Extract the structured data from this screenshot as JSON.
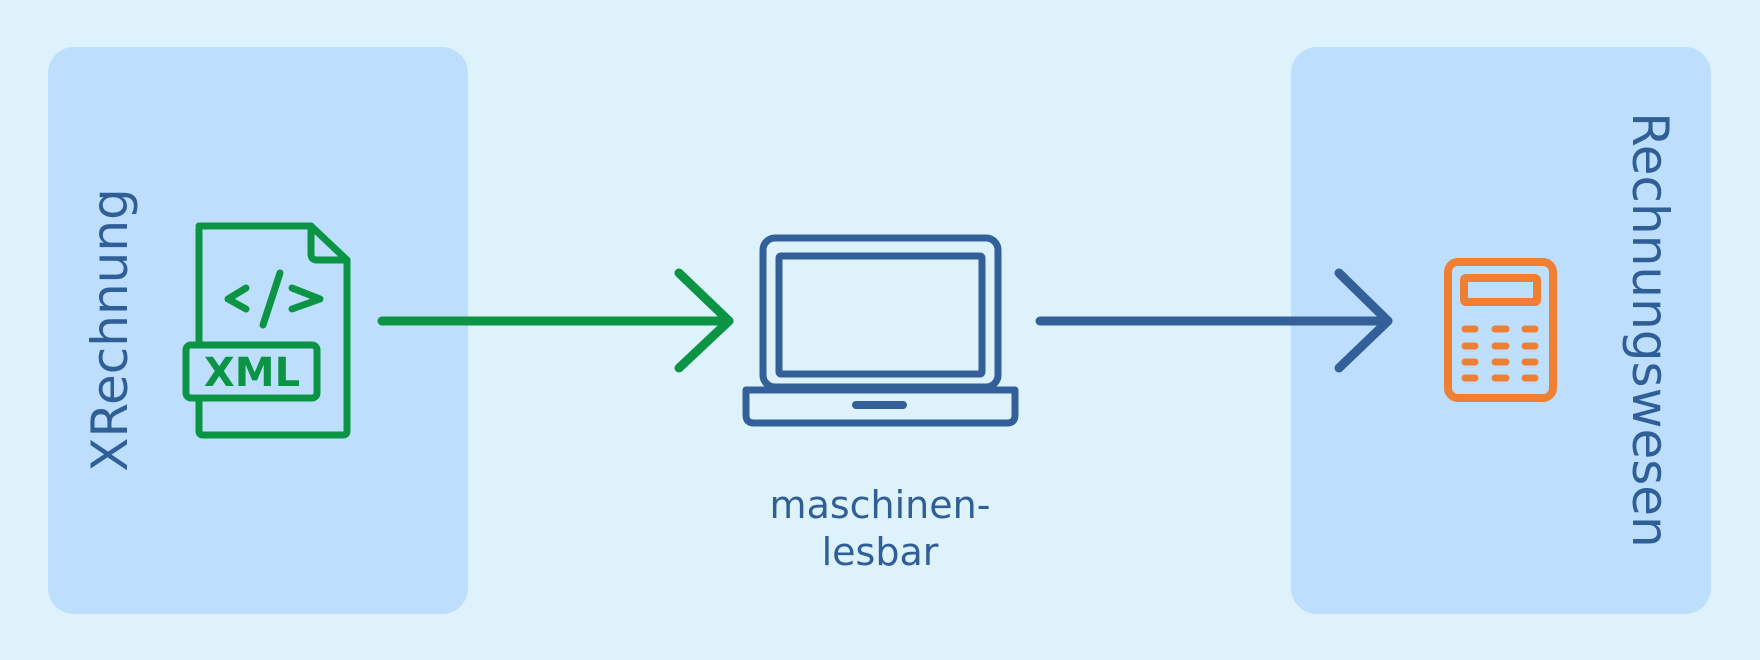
{
  "left_panel": {
    "label": "XRechnung"
  },
  "right_panel": {
    "label": "Rechnungswesen"
  },
  "xml_icon": {
    "text": "XML",
    "code": "</>"
  },
  "caption": {
    "line1": "maschinen-",
    "line2": "lesbar"
  },
  "colors": {
    "background": "#def2fc",
    "panel": "#bddffd",
    "text": "#2f5f96",
    "green": "#0b9444",
    "blue": "#336098",
    "orange": "#ef8033"
  },
  "icons": [
    "xml-file-icon",
    "laptop-icon",
    "calculator-icon"
  ]
}
